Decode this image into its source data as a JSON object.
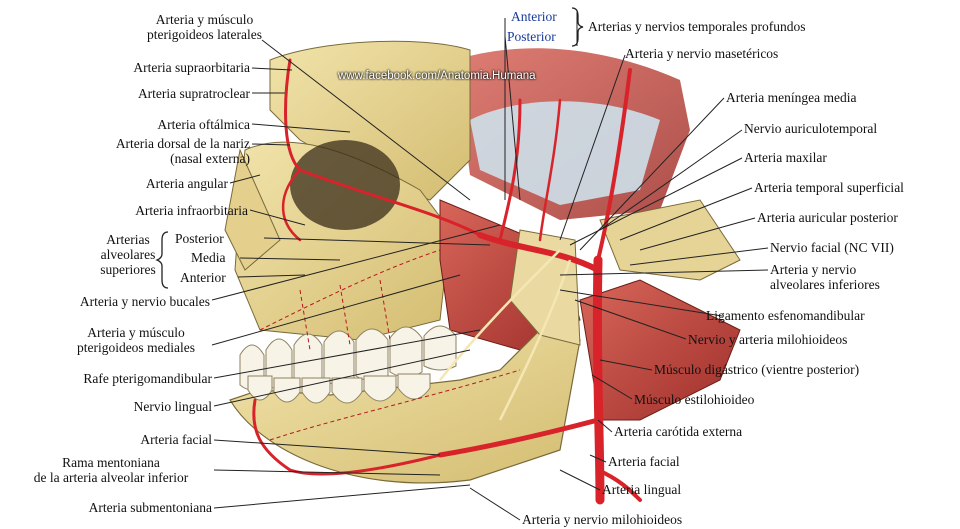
{
  "watermark": "www.facebook.com/Anatomia.Humana",
  "left_labels": {
    "pterigoideos_laterales": "Arteria y músculo",
    "pterigoideos_laterales_2": "pterigoideos laterales",
    "supraorbitaria": "Arteria supraorbitaria",
    "supratroclear": "Arteria supratroclear",
    "oftalmica": "Arteria oftálmica",
    "dorsal_nariz": "Arteria dorsal de la nariz",
    "dorsal_nariz_2": "(nasal externa)",
    "angular": "Arteria angular",
    "infraorbitaria": "Arteria infraorbitaria",
    "alveolares_sup": "Arterias",
    "alveolares_sup_2": "alveolares",
    "alveolares_sup_3": "superiores",
    "posterior": "Posterior",
    "media": "Media",
    "anterior": "Anterior",
    "bucales": "Arteria y nervio bucales",
    "pterigoideos_mediales": "Arteria y músculo",
    "pterigoideos_mediales_2": "pterigoideos mediales",
    "rafe": "Rafe pterigomandibular",
    "lingual_nervio": "Nervio lingual",
    "facial": "Arteria facial",
    "mentoniana": "Rama mentoniana",
    "mentoniana_2": "de la arteria alveolar inferior",
    "submentoniana": "Arteria submentoniana"
  },
  "top_labels": {
    "anterior": "Anterior",
    "posterior": "Posterior",
    "temporales": "Arterias y nervios temporales profundos"
  },
  "right_labels": {
    "maseterico": "Arteria y nervio masetéricos",
    "meningea": "Arteria meníngea media",
    "auriculotemporal": "Nervio auriculotemporal",
    "maxilar": "Arteria maxilar",
    "temporal_sup": "Arteria temporal superficial",
    "auricular_post": "Arteria auricular posterior",
    "facial_nervio": "Nervio facial (NC VII)",
    "alveolares_inf": "Arteria y nervio",
    "alveolares_inf_2": "alveolares inferiores",
    "esfenomandibular": "Ligamento esfenomandibular",
    "milohioideos": "Nervio y arteria milohioideos",
    "digastrico": "Músculo digástrico (vientre posterior)",
    "estilohioideo": "Músculo estilohioideo",
    "carotida": "Arteria carótida externa",
    "facial_art": "Arteria facial",
    "lingual_art": "Arteria lingual",
    "milohioideos_bottom": "Arteria y nervio milohioideos"
  },
  "colors": {
    "bone": "#e8d79a",
    "artery": "#d8232a",
    "muscle": "#c9554a",
    "tendon": "#cfe0ea",
    "nerve": "#f2e6b8"
  }
}
